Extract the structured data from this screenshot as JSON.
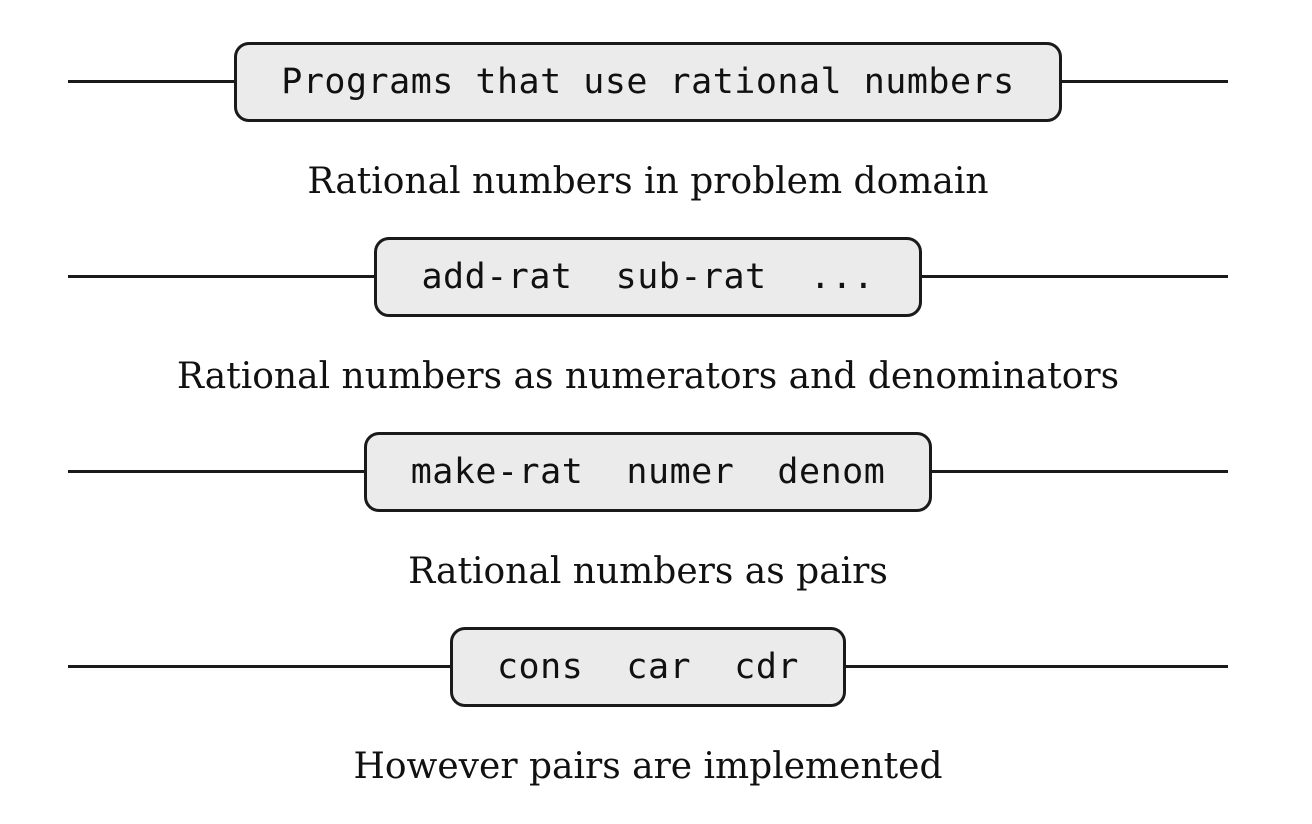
{
  "figure": {
    "type": "abstraction-barriers-diagram",
    "tiers": [
      {
        "box_label": "Programs that use rational numbers",
        "caption": "Rational numbers in problem domain"
      },
      {
        "box_label": "add-rat  sub-rat  ...",
        "caption": "Rational numbers as numerators and denominators"
      },
      {
        "box_label": "make-rat  numer  denom",
        "caption": "Rational numbers as pairs"
      },
      {
        "box_label": "cons  car  cdr",
        "caption": "However pairs are implemented"
      }
    ],
    "colors": {
      "box_fill": "#ebebeb",
      "stroke": "#1a1a1a",
      "text": "#111111",
      "background": "#ffffff"
    }
  }
}
